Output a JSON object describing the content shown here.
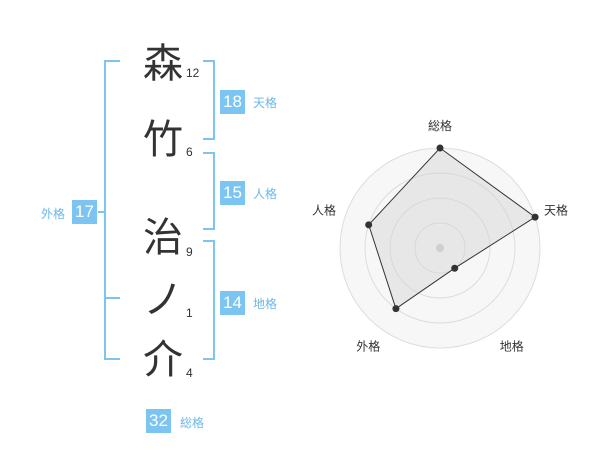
{
  "name": {
    "characters": [
      {
        "char": "森",
        "strokes": "12"
      },
      {
        "char": "竹",
        "strokes": "6"
      },
      {
        "char": "治",
        "strokes": "9"
      },
      {
        "char": "ノ",
        "strokes": "1"
      },
      {
        "char": "介",
        "strokes": "4"
      }
    ]
  },
  "kakusu": {
    "tenkaku": {
      "value": "18",
      "label": "天格"
    },
    "jinkaku": {
      "value": "15",
      "label": "人格"
    },
    "chikaku": {
      "value": "14",
      "label": "地格"
    },
    "gaikaku": {
      "value": "17",
      "label": "外格"
    },
    "soukaku": {
      "value": "32",
      "label": "総格"
    }
  },
  "colors": {
    "accent": "#7cc5f2",
    "text": "#333333",
    "label": "#6bb7ea"
  },
  "chart_data": {
    "type": "radar",
    "axes": [
      "総格",
      "天格",
      "地格",
      "外格",
      "人格"
    ],
    "values": [
      4,
      4,
      1,
      3,
      3
    ],
    "rmax": 4,
    "rings": 4
  }
}
